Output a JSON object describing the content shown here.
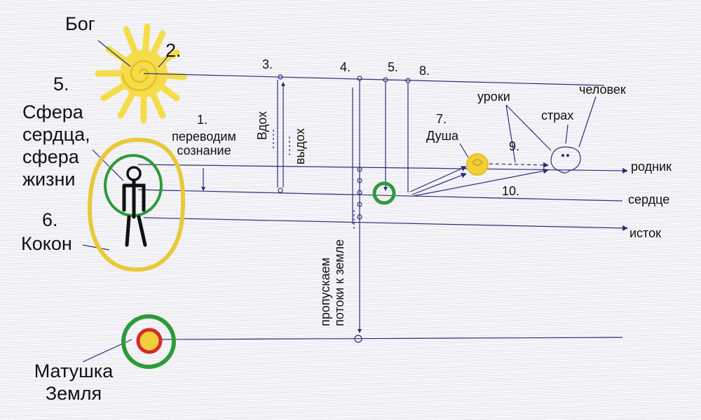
{
  "labels": {
    "god": "Бог",
    "n2": "2.",
    "n5_left": "5.",
    "heart_sphere": [
      "Сфера",
      "сердца,",
      "сфера",
      "жизни"
    ],
    "n6": "6.",
    "cocoon": "Кокон",
    "mother_earth": [
      "Матушка",
      "Земля"
    ],
    "n1": "1.",
    "translate_consciousness": [
      "переводим",
      "сознание"
    ],
    "n3": "3.",
    "inhale": "Вдох",
    "exhale": "выдох",
    "n4": "4.",
    "n5": "5.",
    "n8": "8.",
    "n7": "7.",
    "soul": "Душа",
    "lessons": "уроки",
    "fear": "страх",
    "human": "человек",
    "n9": "9.",
    "n10": "10.",
    "spring": "родник",
    "heart": "сердце",
    "source": "исток",
    "pass_flows": [
      "пропускаем",
      "потоки к земле"
    ]
  },
  "colors": {
    "ink": "#2b2f7a",
    "sun": "#f5dc4a",
    "sun_dark": "#e6bf1f",
    "sphere_green": "#2e9a3a",
    "cocoon_yellow": "#e9c93a",
    "earth_red": "#d62a2a",
    "soul_yellow": "#f2cf3a",
    "figure": "#111111"
  },
  "icons": [
    "sun-icon",
    "human-figure-icon",
    "earth-icon",
    "soul-icon",
    "human-head-icon"
  ]
}
